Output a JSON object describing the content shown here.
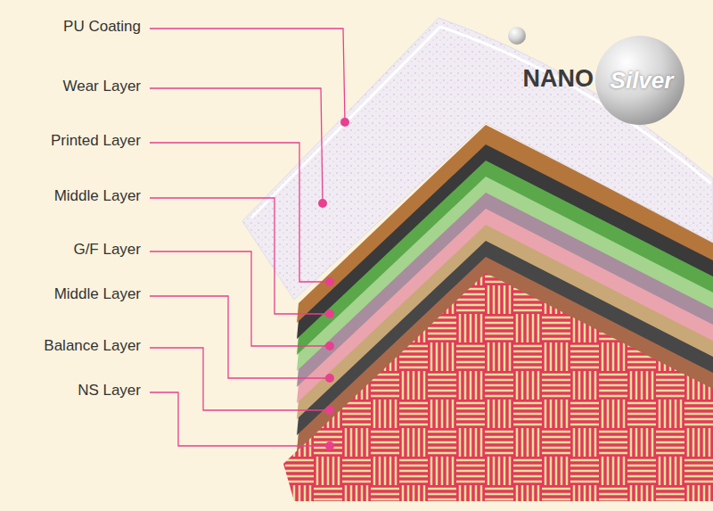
{
  "diagram": {
    "labels": [
      "PU Coating",
      "Wear Layer",
      "Printed Layer",
      "Middle Layer",
      "G/F Layer",
      "Middle Layer",
      "Balance Layer",
      "NS Layer",
      "NANO",
      "Silver"
    ]
  }
}
